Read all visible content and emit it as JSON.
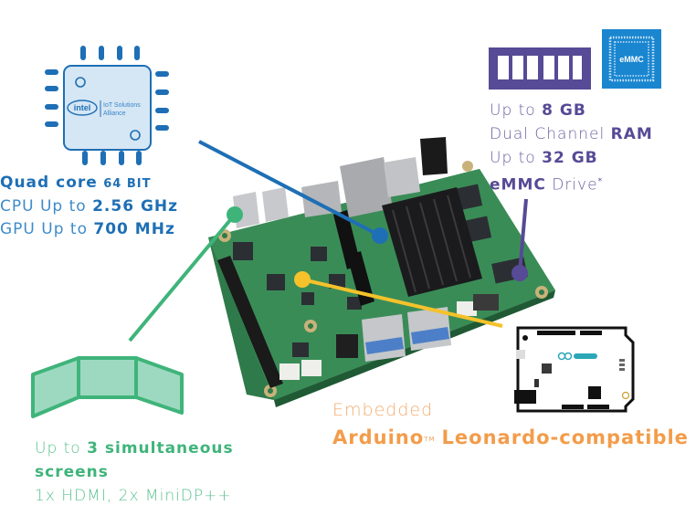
{
  "colors": {
    "cpu_blue": "#1e6fb5",
    "ram_purple": "#574a96",
    "emmc_blue": "#1a86d0",
    "screens_green": "#3fb47a",
    "arduino_orange": "#f39c4a",
    "callout_yellow": "#f5c22b"
  },
  "cpu": {
    "icon": "intel-chip-icon",
    "logo_text": "intel",
    "logo_sub_1": "IoT Solutions",
    "logo_sub_2": "Alliance",
    "line1_bold": "Quad core",
    "line1_small": "64 BIT",
    "line2_light": "CPU Up to",
    "line2_bold": "2.56 GHz",
    "line3_light": "GPU Up to",
    "line3_bold": "700 MHz"
  },
  "memory": {
    "ram_icon": "ram-module-icon",
    "emmc_icon": "emmc-chip-icon",
    "emmc_label": "eMMC",
    "line1_light": "Up to",
    "line1_bold": "8 GB",
    "line2_light": "Dual Channel",
    "line2_bold": "RAM",
    "line3_light": "Up to",
    "line3_bold": "32 GB",
    "line4_bold": "eMMC",
    "line4_light": "Drive",
    "line4_sup": "*"
  },
  "screens": {
    "icon": "triple-monitor-icon",
    "line1_light": "Up to",
    "line1_bold": "3 simultaneous",
    "line2_bold": "screens",
    "line3_light": "1x HDMI, 2x MiniDP++"
  },
  "arduino": {
    "icon": "arduino-board-icon",
    "line1_light": "Embedded",
    "line2_bold_a": "Arduino",
    "line2_tm": "TM",
    "line2_bold_b": "Leonardo-compatible"
  },
  "board": {
    "image": "single-board-computer-photo"
  }
}
